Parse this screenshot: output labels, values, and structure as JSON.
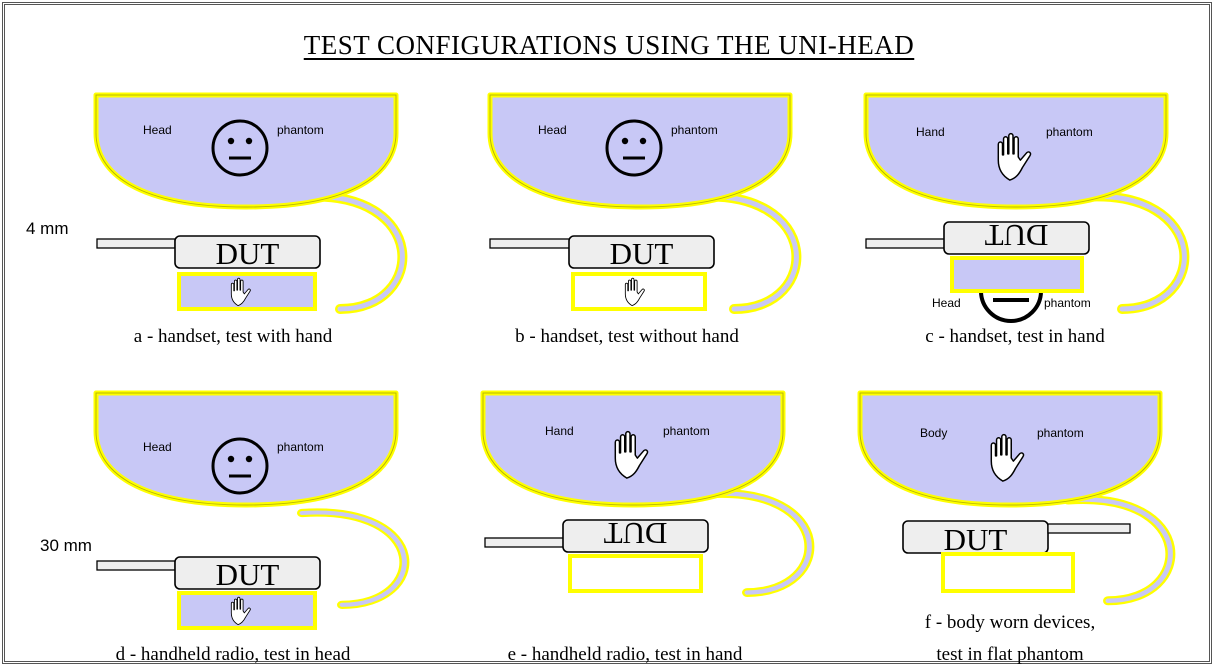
{
  "title": "TEST CONFIGURATIONS USING THE UNI-HEAD",
  "colors": {
    "phantom_fill": "#c8c8f6",
    "outline_yellow": "#ffff00",
    "dut_fill": "#eeeeee",
    "ink": "#000000"
  },
  "spacings": {
    "a": "4 mm",
    "d": "30 mm"
  },
  "panels": {
    "a": {
      "caption": "a - handset, test with hand",
      "bowl_left": "Head",
      "bowl_right": "phantom",
      "bowl_icon": "face-icon",
      "dut": "DUT",
      "lower_icon": "hand-icon"
    },
    "b": {
      "caption": "b - handset, test without hand",
      "bowl_left": "Head",
      "bowl_right": "phantom",
      "bowl_icon": "face-icon",
      "dut": "DUT",
      "lower_icon": "hand-icon"
    },
    "c": {
      "caption": "c - handset, test in hand",
      "bowl_left": "Hand",
      "bowl_right": "phantom",
      "bowl_icon": "hand-icon",
      "dut": "DUT",
      "lower_left": "Head",
      "lower_right": "phantom",
      "lower_icon": "face-icon"
    },
    "d": {
      "caption": "d - handheld radio, test in head",
      "bowl_left": "Head",
      "bowl_right": "phantom",
      "bowl_icon": "face-icon",
      "dut": "DUT",
      "lower_icon": "hand-icon"
    },
    "e": {
      "caption": "e - handheld radio, test in hand",
      "bowl_left": "Hand",
      "bowl_right": "phantom",
      "bowl_icon": "hand-icon",
      "dut": "DUT"
    },
    "f": {
      "caption_line1": "f - body worn devices,",
      "caption_line2": "test in flat phantom",
      "bowl_left": "Body",
      "bowl_right": "phantom",
      "bowl_icon": "hand-icon",
      "dut": "DUT"
    }
  }
}
